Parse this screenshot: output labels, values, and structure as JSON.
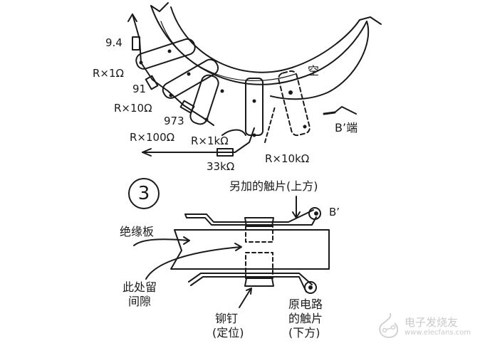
{
  "diagram": {
    "top": {
      "labels": {
        "r_9_4": "9.4",
        "rx1": "R×1Ω",
        "r_91": "91",
        "rx10": "R×10Ω",
        "r_973": "973",
        "rx100": "R×100Ω",
        "rx1k": "R×1kΩ",
        "r_33k": "33kΩ",
        "rx10k": "R×10kΩ",
        "empty": "空",
        "b_prime_end": "B’端"
      }
    },
    "bottom": {
      "step_number": "3",
      "labels": {
        "added_contact": "另加的触片(上方)",
        "b_prime": "B’",
        "insulating_board": "绝缘板",
        "gap_line1": "此处留",
        "gap_line2": "间隙",
        "rivet_line1": "铆钉",
        "rivet_line2": "(定位)",
        "orig_contact_line1": "原电路",
        "orig_contact_line2": "的触片",
        "orig_contact_line3": "(下方)"
      }
    },
    "watermark": {
      "title": "电子发烧友",
      "url": "www.elecfans.com"
    },
    "colors": {
      "ink": "#1a1a1a",
      "background": "#ffffff",
      "watermark": "#8a8a8a"
    }
  }
}
